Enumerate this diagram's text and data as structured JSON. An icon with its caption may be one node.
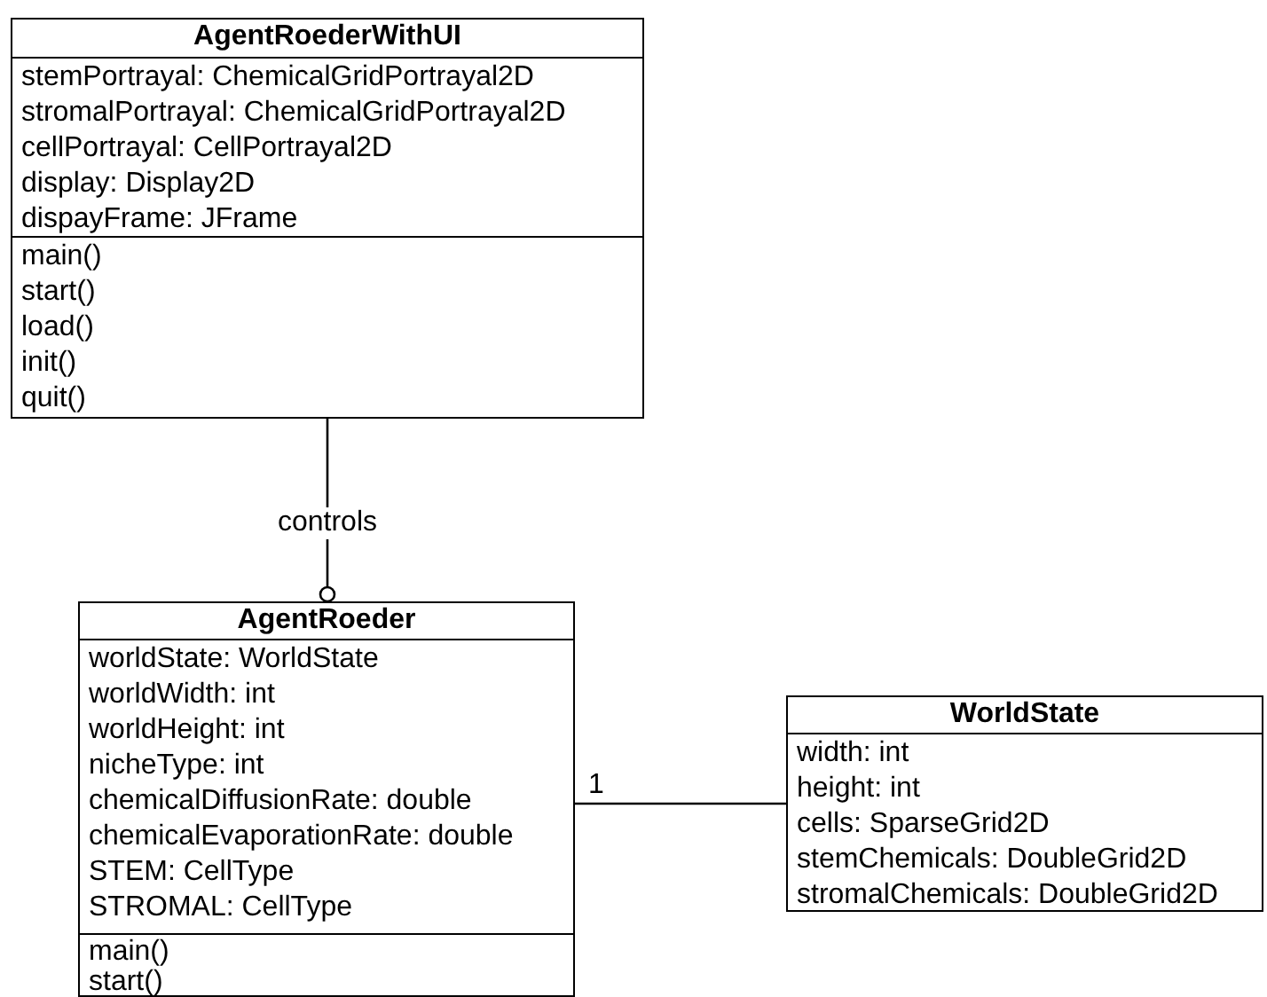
{
  "diagram": {
    "nodes": [
      {
        "text": [
          "AgentRoederWithUI"
        ]
      },
      {
        "text": [
          "stemPortrayal: ChemicalGridPortrayal2D",
          "stromalPortrayal: ChemicalGridPortrayal2D",
          "cellPortrayal: CellPortrayal2D",
          "display: Display2D",
          "dispayFrame: JFrame"
        ],
        "in": 0
      },
      {
        "text": [
          "main()",
          "start()",
          "load()",
          "init()",
          "quit()"
        ],
        "in": 0
      },
      {
        "text": [
          "AgentRoeder"
        ]
      },
      {
        "text": [
          "worldState: WorldState",
          "worldWidth: int",
          "worldHeight: int",
          "nicheType: int",
          "chemicalDiffusionRate: double",
          "chemicalEvaporationRate: double",
          "STEM: CellType",
          "STROMAL: CellType"
        ],
        "in": 3
      },
      {
        "text": [
          "main()",
          "start()"
        ],
        "in": 3
      },
      {
        "text": [
          "WorldState"
        ]
      },
      {
        "text": [
          "width: int",
          "height: int",
          "cells: SparseGrid2D",
          "stemChemicals: DoubleGrid2D",
          "stromalChemicals: DoubleGrid2D"
        ],
        "in": 6
      }
    ],
    "edges": [
      {
        "from": 0,
        "to": 3,
        "arrow": "other",
        "label": "controls"
      },
      {
        "from": 3,
        "to": 6,
        "arrow": "none",
        "label": "1"
      }
    ]
  }
}
